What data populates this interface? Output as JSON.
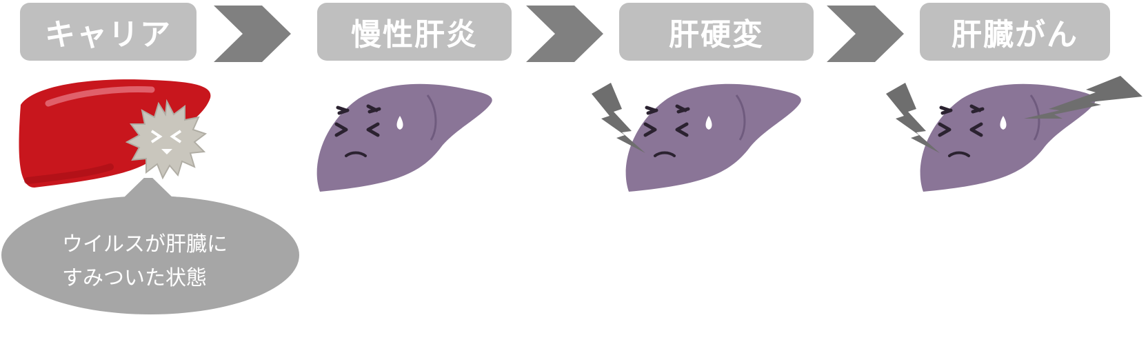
{
  "stages": [
    {
      "label": "キャリア"
    },
    {
      "label": "慢性肝炎"
    },
    {
      "label": "肝硬変"
    },
    {
      "label": "肝臓がん"
    }
  ],
  "callout": {
    "text": "ウイルスが肝臓に\nすみついた状態"
  },
  "colors": {
    "label_bg": "#bfbfbf",
    "label_text": "#ffffff",
    "arrow": "#808080",
    "healthy_liver": "#c8161d",
    "diseased_liver": "#8a7597",
    "virus": "#c9c6bd",
    "callout_bg": "#a6a6a6",
    "lightning": "#6e6e6e"
  },
  "icons": {
    "carrier": "liver-with-virus-icon",
    "chronic": "sad-liver-icon",
    "cirrhosis": "sad-liver-lightning-icon",
    "cancer": "sad-liver-two-lightning-icon"
  }
}
